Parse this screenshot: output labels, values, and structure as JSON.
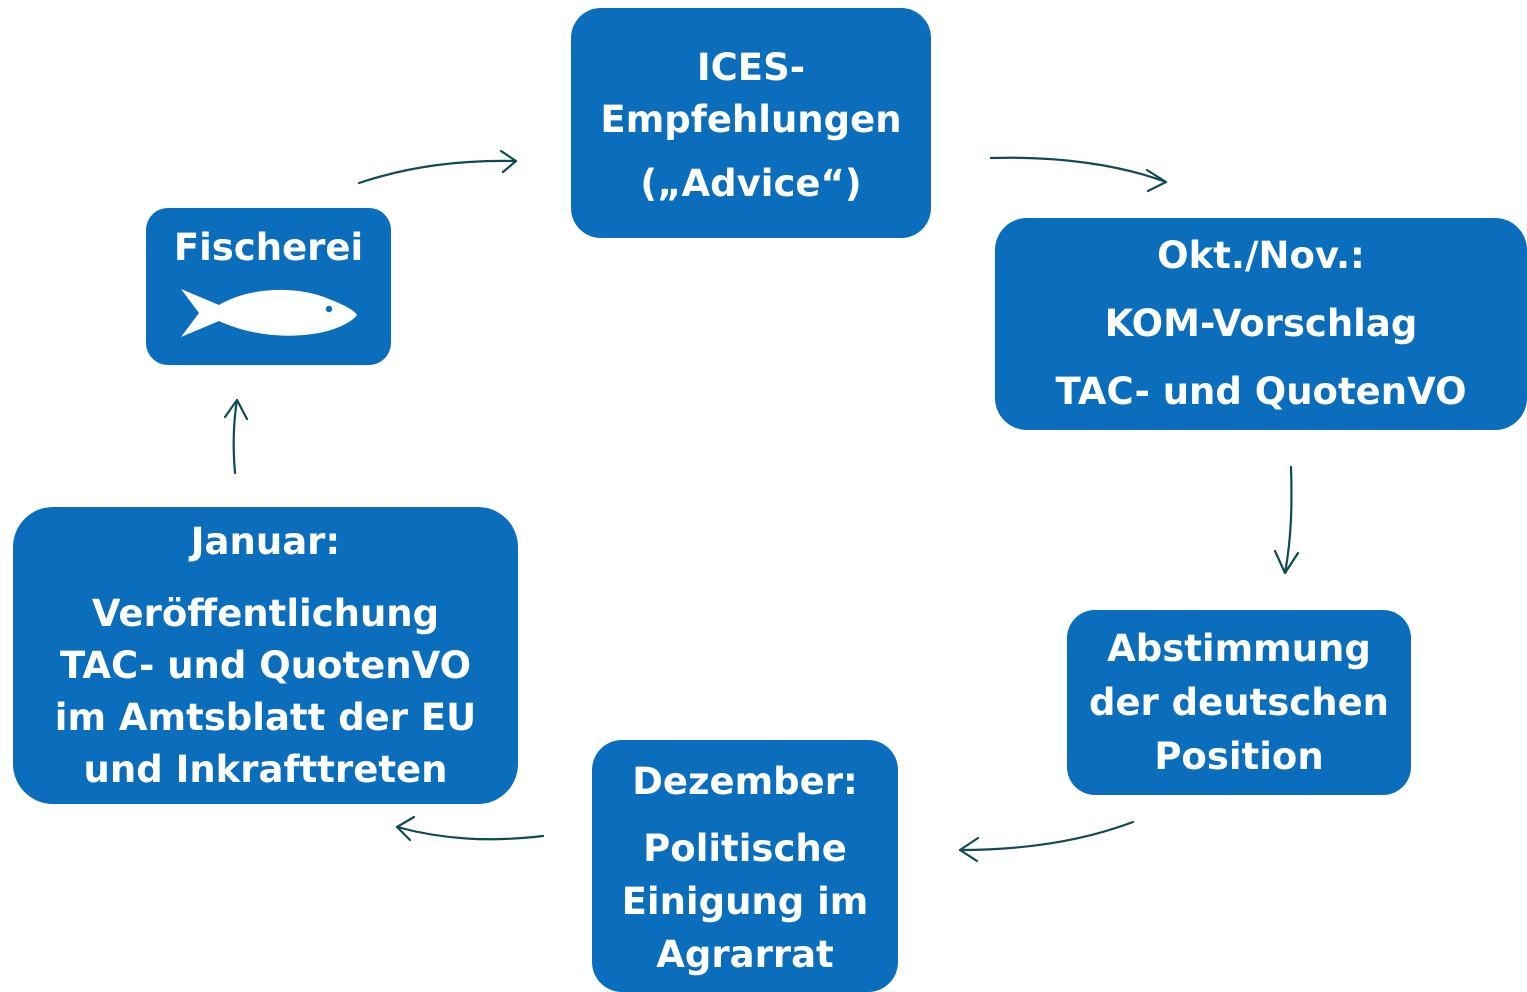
{
  "nodes": {
    "ices": {
      "line1": "ICES-",
      "line2": "Empfehlungen",
      "line3": "(„Advice“)"
    },
    "kom": {
      "line1": "Okt./Nov.:",
      "line2": "KOM-Vorschlag",
      "line3": "TAC- und QuotenVO"
    },
    "abstimmung": {
      "line1": "Abstimmung",
      "line2": "der deutschen",
      "line3": "Position"
    },
    "dezember": {
      "line1": "Dezember:",
      "line2": "Politische",
      "line3": "Einigung im",
      "line4": "Agrarrat"
    },
    "januar": {
      "line1": "Januar:",
      "line2": "Veröffentlichung",
      "line3": "TAC- und QuotenVO",
      "line4": "im Amtsblatt der EU",
      "line5": "und Inkrafttreten"
    },
    "fischerei": {
      "label": "Fischerei",
      "icon": "fish-icon"
    }
  },
  "colors": {
    "box_fill": "#0a6ebd",
    "box_text": "#ffffff",
    "arrow": "#124a52"
  }
}
